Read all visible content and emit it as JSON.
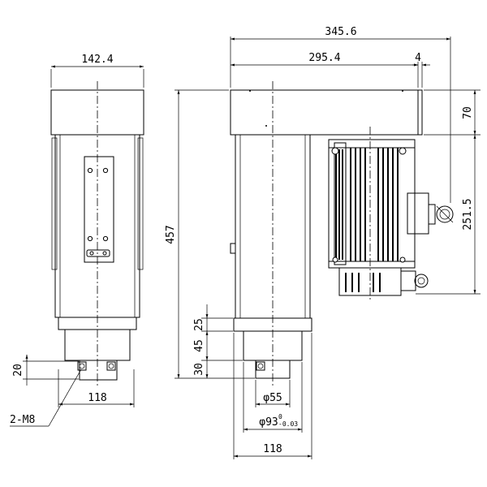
{
  "dimensions": {
    "left_top_width": "142.4",
    "right_total_width": "345.6",
    "right_body_width": "295.4",
    "flange_gap": "4",
    "top_block_height": "70",
    "total_height": "457",
    "motor_height": "251.5",
    "step_25": "25",
    "step_45": "45",
    "step_30": "30",
    "left_hole_offset": "20",
    "left_base_width": "118",
    "thread_callout": "2-M8",
    "shaft_diameter": "φ55",
    "pilot_diameter": "φ93",
    "pilot_tol_upper": "0",
    "pilot_tol_lower": "-0.03",
    "right_base_width": "118"
  }
}
